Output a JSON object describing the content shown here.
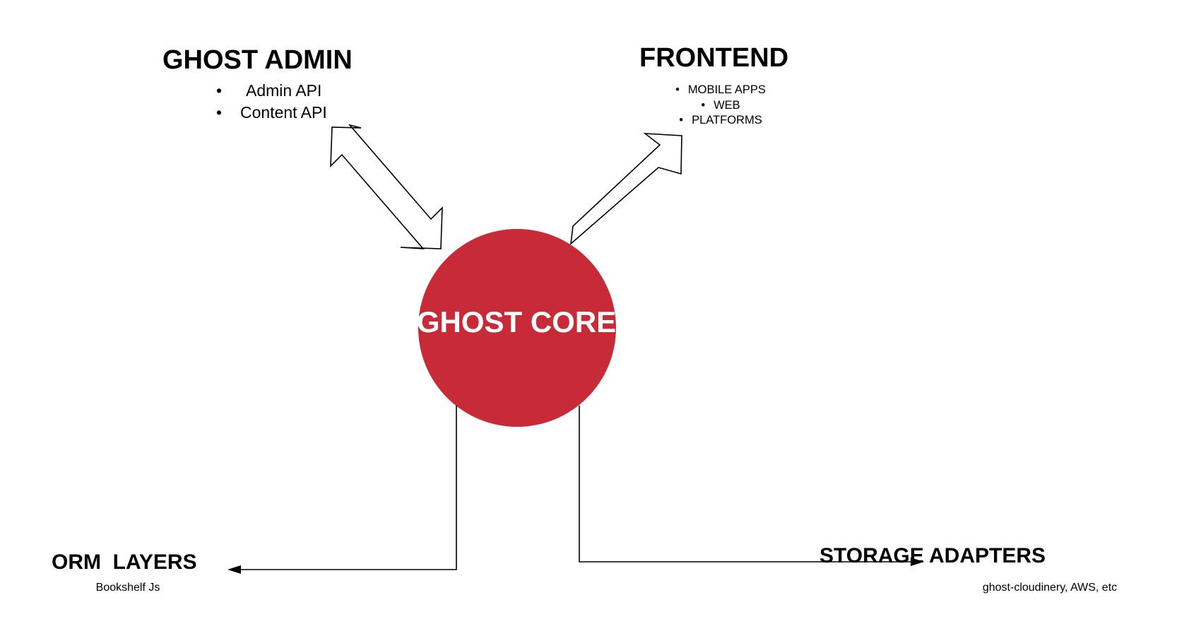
{
  "nodes": {
    "ghost_admin": {
      "title": "GHOST ADMIN",
      "items": [
        "Admin API",
        "Content API"
      ]
    },
    "frontend": {
      "title": "FRONTEND",
      "items": [
        "MOBILE APPS",
        "WEB",
        "PLATFORMS"
      ]
    },
    "ghost_core": {
      "title": "GHOST CORE"
    },
    "orm_layers": {
      "title": "ORM  LAYERS",
      "subtitle": "Bookshelf Js"
    },
    "storage_adapters": {
      "title": "STORAGE ADAPTERS",
      "subtitle": "ghost-cloudinery, AWS, etc"
    }
  },
  "colors": {
    "core_fill": "#c62b37",
    "stroke": "#000000",
    "background": "#ffffff"
  }
}
